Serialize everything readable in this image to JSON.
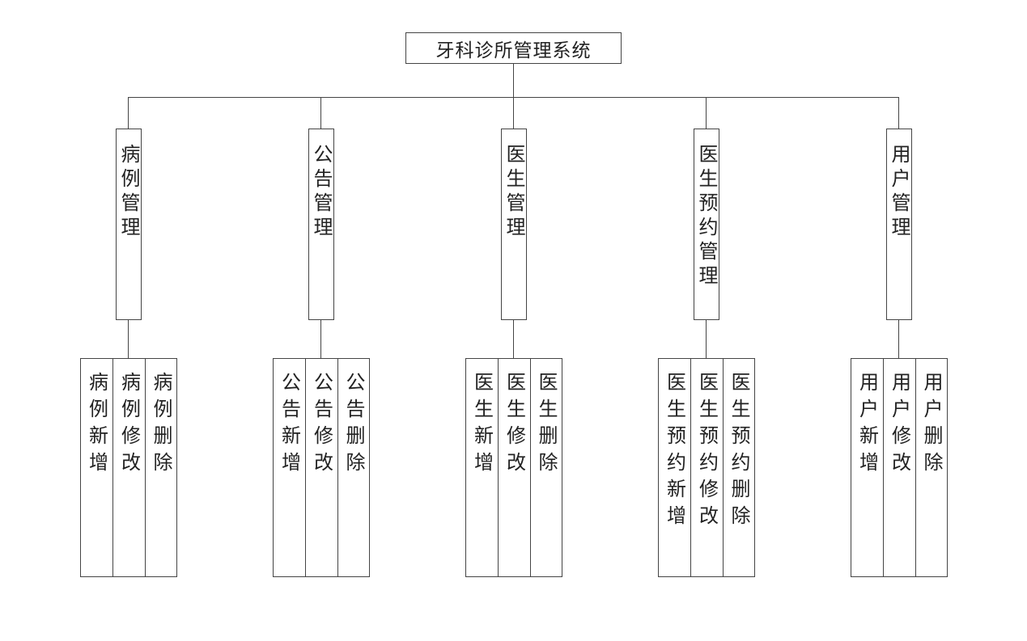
{
  "root": {
    "label": "牙科诊所管理系统"
  },
  "modules": [
    {
      "label": "病例管理",
      "functions": [
        "病例新增",
        "病例修改",
        "病例删除"
      ]
    },
    {
      "label": "公告管理",
      "functions": [
        "公告新增",
        "公告修改",
        "公告删除"
      ]
    },
    {
      "label": "医生管理",
      "functions": [
        "医生新增",
        "医生修改",
        "医生删除"
      ]
    },
    {
      "label": "医生预约管理",
      "functions": [
        "医生预约新增",
        "医生预约修改",
        "医生预约删除"
      ]
    },
    {
      "label": "用户管理",
      "functions": [
        "用户新增",
        "用户修改",
        "用户删除"
      ]
    }
  ]
}
